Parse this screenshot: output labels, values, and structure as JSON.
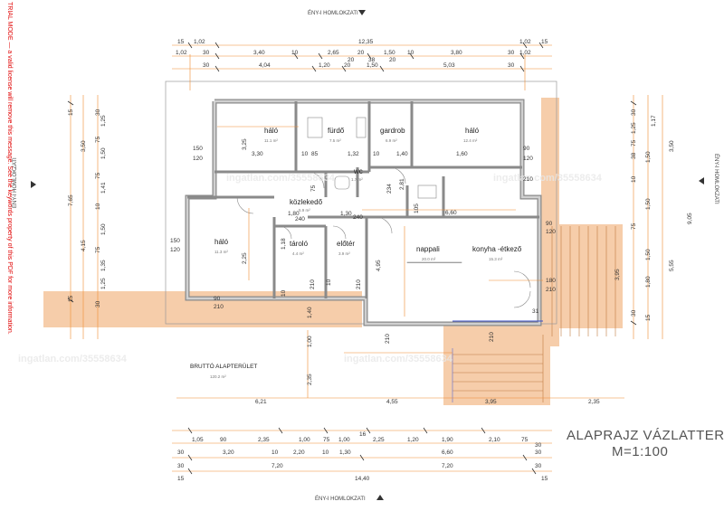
{
  "trial_notice": "TRIAL MODE — a valid license will remove this message. See the keywords property of this PDF for more information.",
  "watermark": "ingatlan.com/35558634",
  "title": "ALAPRAJZ VÁZLATTERV",
  "scale": "M=1:100",
  "elevation_top": "ÉNY-I HOMLOKZATI",
  "elevation_bottom": "ÉNY-I HOMLOKZATI",
  "elevation_right": "ÉNY-I HOMLOKZATI",
  "elevation_left": "ÉNY-I HOMLOKZATI",
  "gross_area_label": "BRUTTÓ ALAPTERÜLET",
  "gross_area_value": "120.2 m²",
  "rooms": {
    "halo_ne": {
      "name": "háló",
      "area": "11.1 m²"
    },
    "furdo": {
      "name": "fürdő",
      "area": "7.5 m²"
    },
    "gardrob": {
      "name": "gardrob",
      "area": "6.9 m²"
    },
    "halo_nw": {
      "name": "háló",
      "area": "12.4 m²"
    },
    "wc": {
      "name": "wc",
      "area": "1.7 m²"
    },
    "kozlekedo": {
      "name": "közlekedő",
      "area": "5.9 m²"
    },
    "halo_sw": {
      "name": "háló",
      "area": "11.3 m²"
    },
    "tarolo": {
      "name": "tároló",
      "area": "4.4 m²"
    },
    "eloter": {
      "name": "előtér",
      "area": "3.9 m²"
    },
    "nappali": {
      "name": "nappali",
      "area": "20.0 m²"
    },
    "konyha": {
      "name": "konyha -étkező",
      "area": "15.3 m²"
    }
  },
  "dims_top_row1": [
    "15",
    "1,02",
    "12,35",
    "1,02",
    "15"
  ],
  "dims_top_row2": [
    "1,02",
    "30",
    "3,40",
    "10",
    "2,65",
    "20",
    "1,50",
    "10",
    "3,80",
    "30",
    "1,02"
  ],
  "dims_top_row3": [
    "30",
    "4,04",
    "1,20",
    "20",
    "1,50",
    "5,03",
    "30"
  ],
  "dims_top_row3_small": [
    "20",
    "38",
    "20"
  ],
  "dims_bottom_row1": [
    "1,05",
    "90",
    "2,35",
    "1,00",
    "75",
    "1,00",
    "2,25",
    "1,20",
    "1,90",
    "2,10",
    "75"
  ],
  "dims_bottom_row2": [
    "30",
    "3,20",
    "10",
    "2,20",
    "10",
    "1,30",
    "6,60",
    "30"
  ],
  "dims_bottom_row3": [
    "30",
    "7,20",
    "7,20",
    "30"
  ],
  "dims_bottom_row4": [
    "15",
    "14,40",
    "15"
  ],
  "dims_bottom_small": [
    "16",
    "30"
  ],
  "dims_lower": [
    "6,21",
    "4,55",
    "3,95",
    "2,35"
  ],
  "dims_left_outer": [
    "15",
    "7,65",
    "15"
  ],
  "dims_left_mid": [
    "3,50",
    "4,15"
  ],
  "dims_left_inner": [
    "30",
    "1,25",
    "75",
    "1,50",
    "75",
    "1,41",
    "10",
    "1,50",
    "75",
    "1,35",
    "15",
    "1,25",
    "30"
  ],
  "dims_right_outer": [
    "1,17",
    "9,05",
    "15"
  ],
  "dims_right_mid": [
    "3,50",
    "5,55",
    "3,95"
  ],
  "dims_right_inner": [
    "30",
    "1,25",
    "75",
    "1,50",
    "38",
    "10",
    "1,50",
    "75",
    "1,80",
    "1,50",
    "30"
  ],
  "room_dims": {
    "halo_ne_w": "3,25",
    "halo_ne_h": "3,30",
    "halo_ne_150": "150",
    "halo_ne_120": "120",
    "furdo_85": "85",
    "furdo_132": "1,32",
    "furdo_10": "10",
    "gardrob_140": "1,40",
    "gardrob_10": "10",
    "halo_nw_160": "1,60",
    "halo_nw_90": "90",
    "halo_nw_120": "120",
    "halo_nw_210": "210",
    "koz_180": "1,80",
    "koz_130": "1,30",
    "koz_240": "240",
    "koz_240b": "240",
    "wc_75": "75",
    "wc_105": "105",
    "wc_281": "2,81",
    "wc_234": "234",
    "halo_sw_150": "150",
    "halo_sw_120": "120",
    "halo_sw_225": "2,25",
    "halo_sw_90": "90",
    "halo_sw_210": "210",
    "tar_118": "1,18",
    "tar_10": "10",
    "tar_210": "210",
    "elo_10": "10",
    "elo_210": "210",
    "nap_495": "4,95",
    "nap_660": "6,60",
    "kon_90": "90",
    "kon_120": "120",
    "kon_180": "180",
    "kon_210": "210",
    "kon_31": "31",
    "ent_140": "1,40",
    "ent_100": "1,00",
    "ent_235": "2,35",
    "ent_210a": "210",
    "ent_210b": "210"
  },
  "colors": {
    "wall": "#8c8c8c",
    "dim_line": "#f08c30",
    "terrace": "#f4c8a4",
    "accent_blue": "#3a4ec8"
  }
}
